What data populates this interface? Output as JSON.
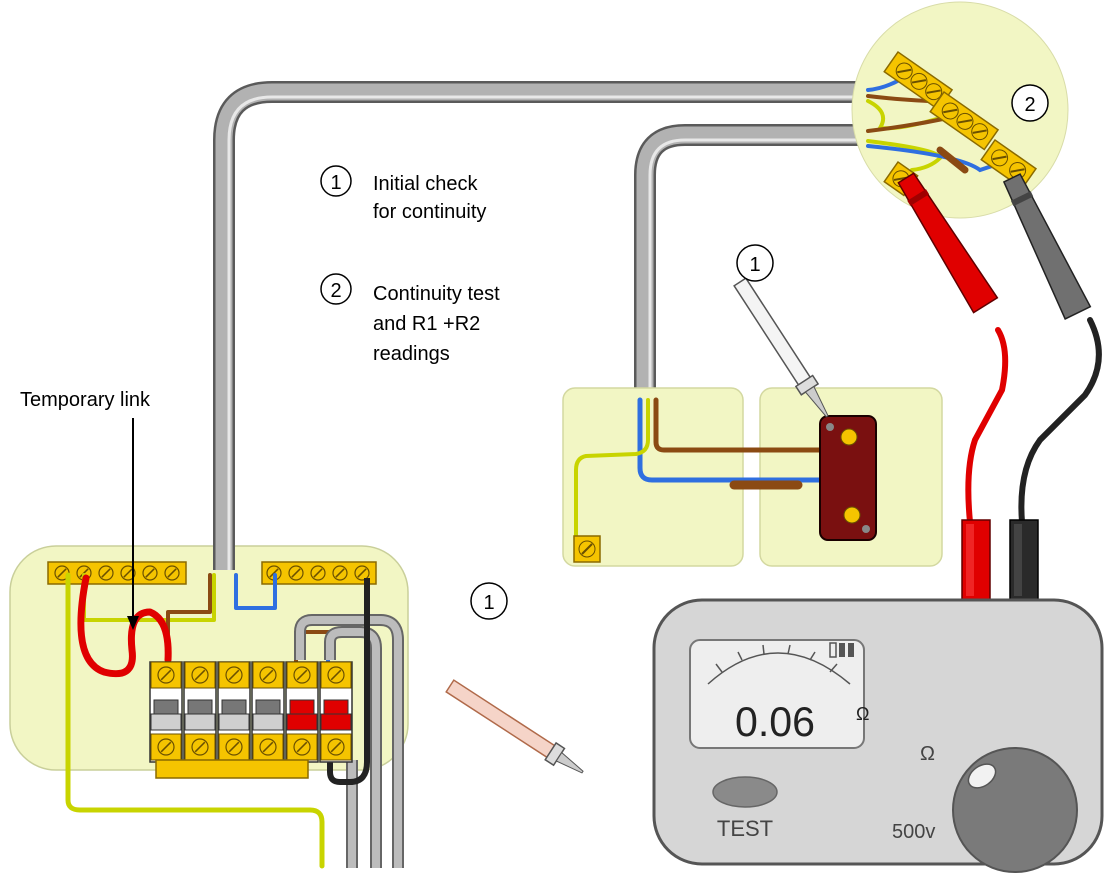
{
  "labels": {
    "legend_1_number": "1",
    "legend_1_line1": "Initial check",
    "legend_1_line2": "for continuity",
    "legend_2_number": "2",
    "legend_2_line1": "Continuity test",
    "legend_2_line2": "and R1 +R2",
    "legend_2_line3": "readings",
    "temporary_link": "Temporary link",
    "marker_1_probe_top": "1",
    "marker_1_probe_left": "1",
    "marker_2_junction": "2"
  },
  "meter": {
    "reading": "0.06",
    "unit": "Ω",
    "dial_label": "Ω",
    "range_label": "500v",
    "test_button": "TEST"
  },
  "colors": {
    "pale_box": "#f2f6c4",
    "terminal_yellow": "#f5c400",
    "live_brown": "#8b4a13",
    "neutral_blue": "#2f6fe0",
    "earth_green_yellow": "#c8d400",
    "lead_red": "#e00000",
    "lead_black": "#222222",
    "cable_grey": "#a8a8a8",
    "switch_body": "#7a1010"
  }
}
